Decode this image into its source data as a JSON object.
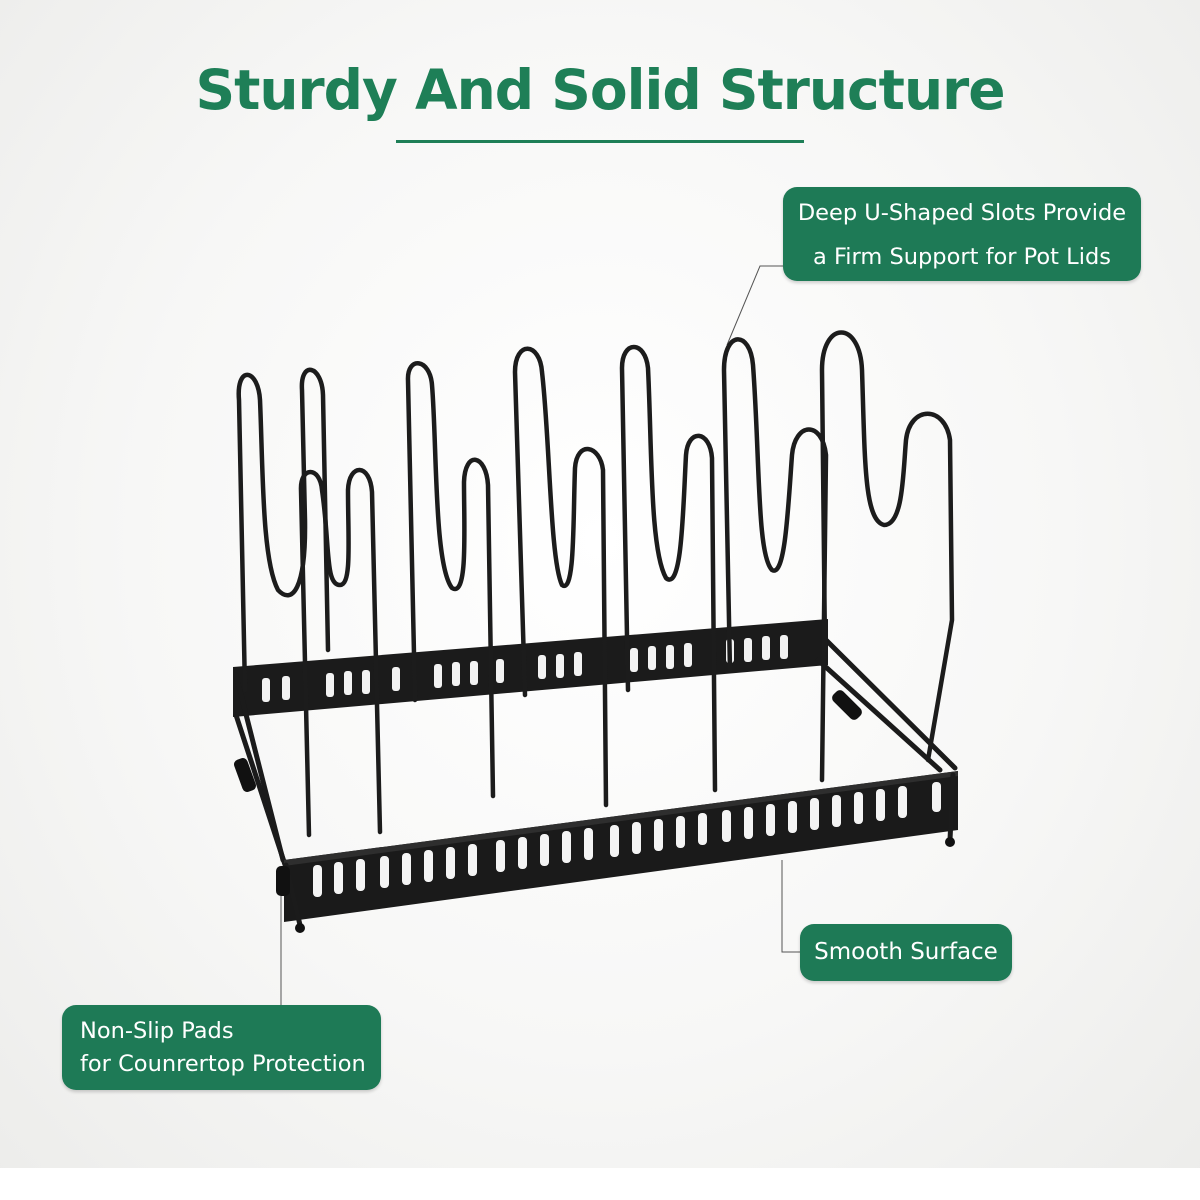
{
  "header": {
    "title": "Sturdy And Solid Structure"
  },
  "callouts": {
    "slots": {
      "line1": "Deep U-Shaped Slots Provide",
      "line2": "a Firm Support for Pot Lids"
    },
    "surface": {
      "label": "Smooth Surface"
    },
    "pads": {
      "line1": "Non-Slip Pads",
      "line2": "for Counrertop Protection"
    }
  },
  "colors": {
    "brand_green": "#1e7a56",
    "title_green": "#1e7f57",
    "rack_black": "#1a1a1a"
  },
  "product": {
    "icon": "pot-lid-rack-illustration"
  }
}
